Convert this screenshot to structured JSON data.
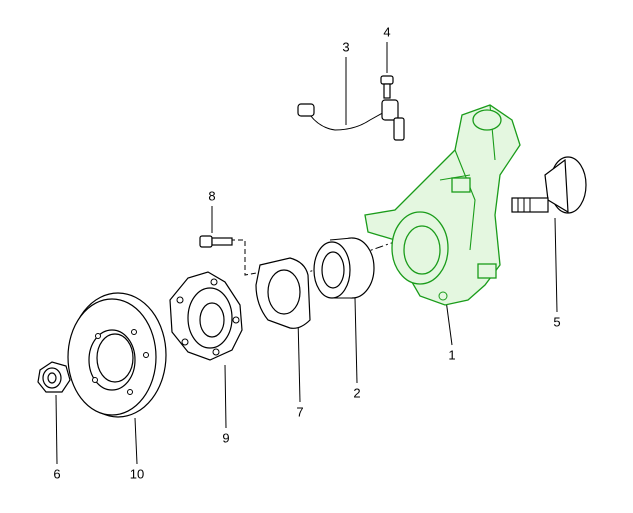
{
  "diagram": {
    "type": "exploded parts diagram - front wheel hub assembly",
    "highlight_color": "#1a9c1a",
    "callouts": [
      {
        "id": "1",
        "label": "1"
      },
      {
        "id": "2",
        "label": "2"
      },
      {
        "id": "3",
        "label": "3"
      },
      {
        "id": "4",
        "label": "4"
      },
      {
        "id": "5",
        "label": "5"
      },
      {
        "id": "6",
        "label": "6"
      },
      {
        "id": "7",
        "label": "7"
      },
      {
        "id": "8",
        "label": "8"
      },
      {
        "id": "9",
        "label": "9"
      },
      {
        "id": "10",
        "label": "10"
      }
    ]
  }
}
